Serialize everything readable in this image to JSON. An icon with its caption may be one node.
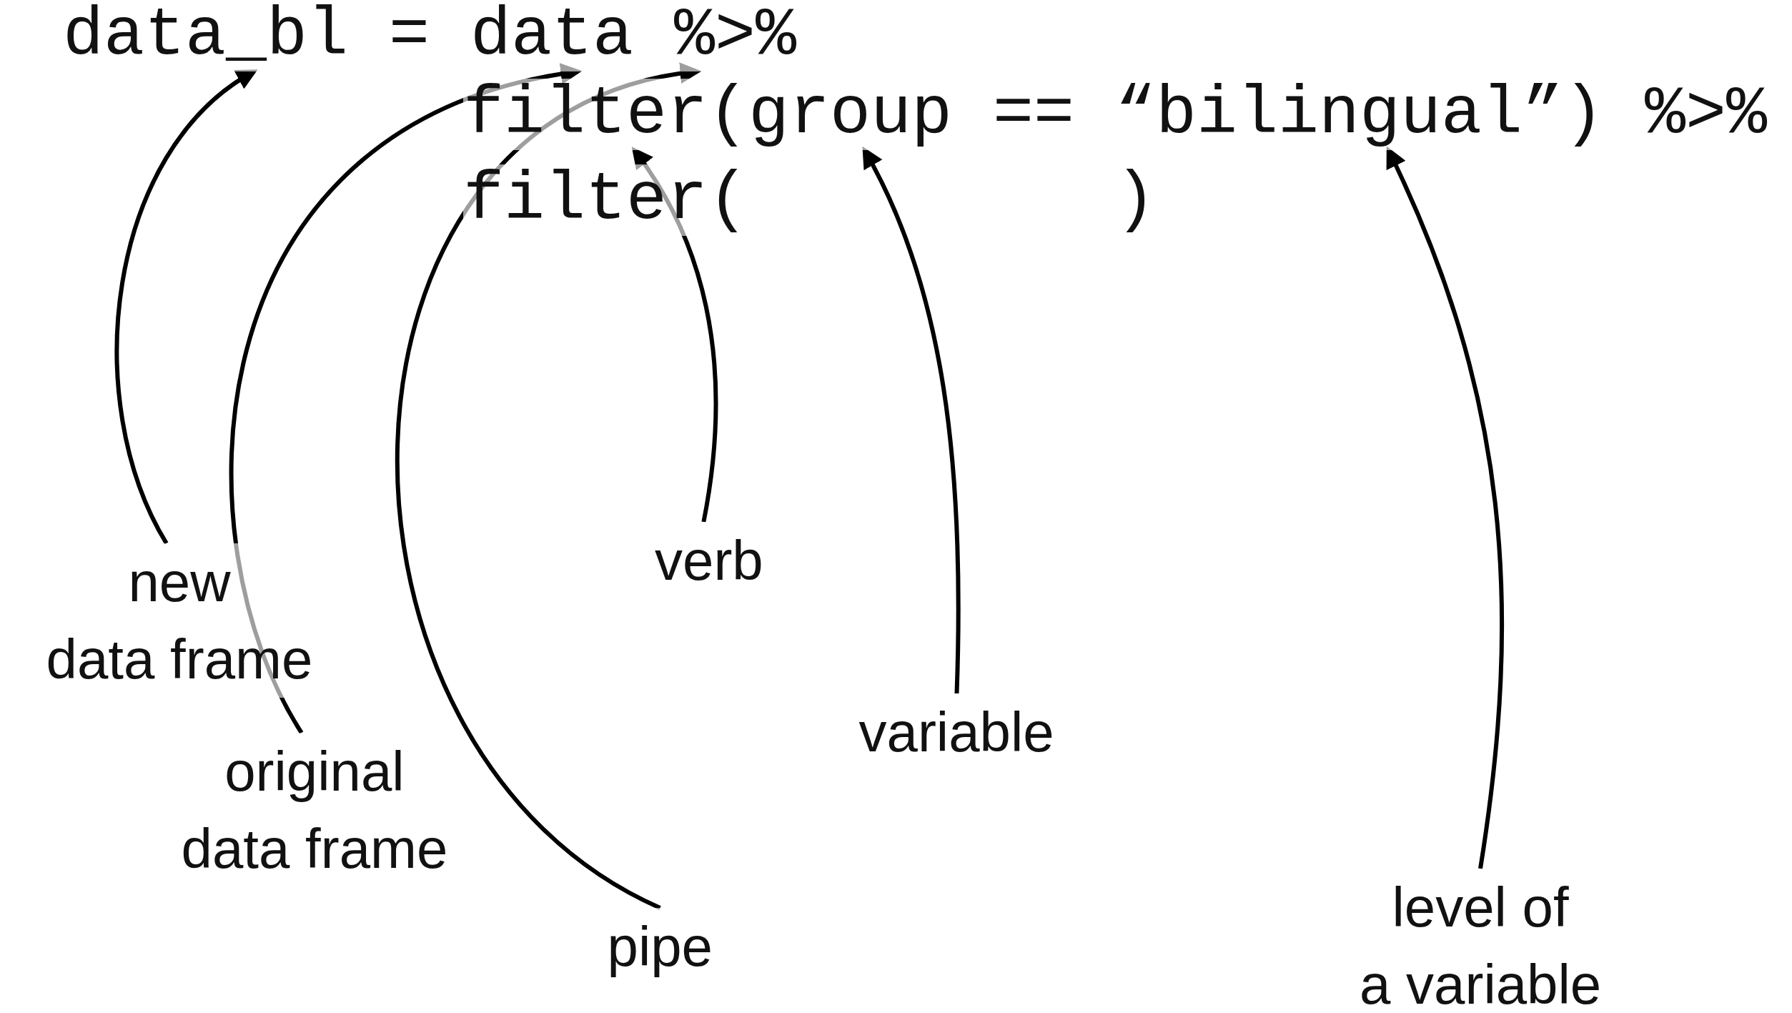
{
  "diagram": {
    "nodes": [
      {
        "text": [
          "data_bl"
        ]
      },
      {
        "text": [
          "data"
        ]
      },
      {
        "text": [
          "%>%"
        ]
      },
      {
        "text": [
          "filter("
        ]
      },
      {
        "text": [
          "group"
        ]
      },
      {
        "text": [
          "“bilingual”"
        ]
      },
      {
        "text": [
          "%>%"
        ]
      },
      {
        "text": [
          "filter("
        ]
      },
      {
        "text": [
          "new data frame"
        ]
      },
      {
        "text": [
          "original data frame"
        ]
      },
      {
        "text": [
          "verb"
        ]
      },
      {
        "text": [
          "pipe"
        ]
      },
      {
        "text": [
          "variable"
        ]
      },
      {
        "text": [
          "level of a variable"
        ]
      }
    ],
    "edges": [
      {
        "from": 8,
        "to": 0,
        "arrow": "to"
      },
      {
        "from": 9,
        "to": 1,
        "arrow": "to"
      },
      {
        "from": 11,
        "to": 2,
        "arrow": "to"
      },
      {
        "from": 10,
        "to": 3,
        "arrow": "to"
      },
      {
        "from": 12,
        "to": 4,
        "arrow": "to"
      },
      {
        "from": 13,
        "to": 5,
        "arrow": "to"
      }
    ],
    "labels": [
      "=",
      "==",
      ")",
      ")"
    ]
  }
}
